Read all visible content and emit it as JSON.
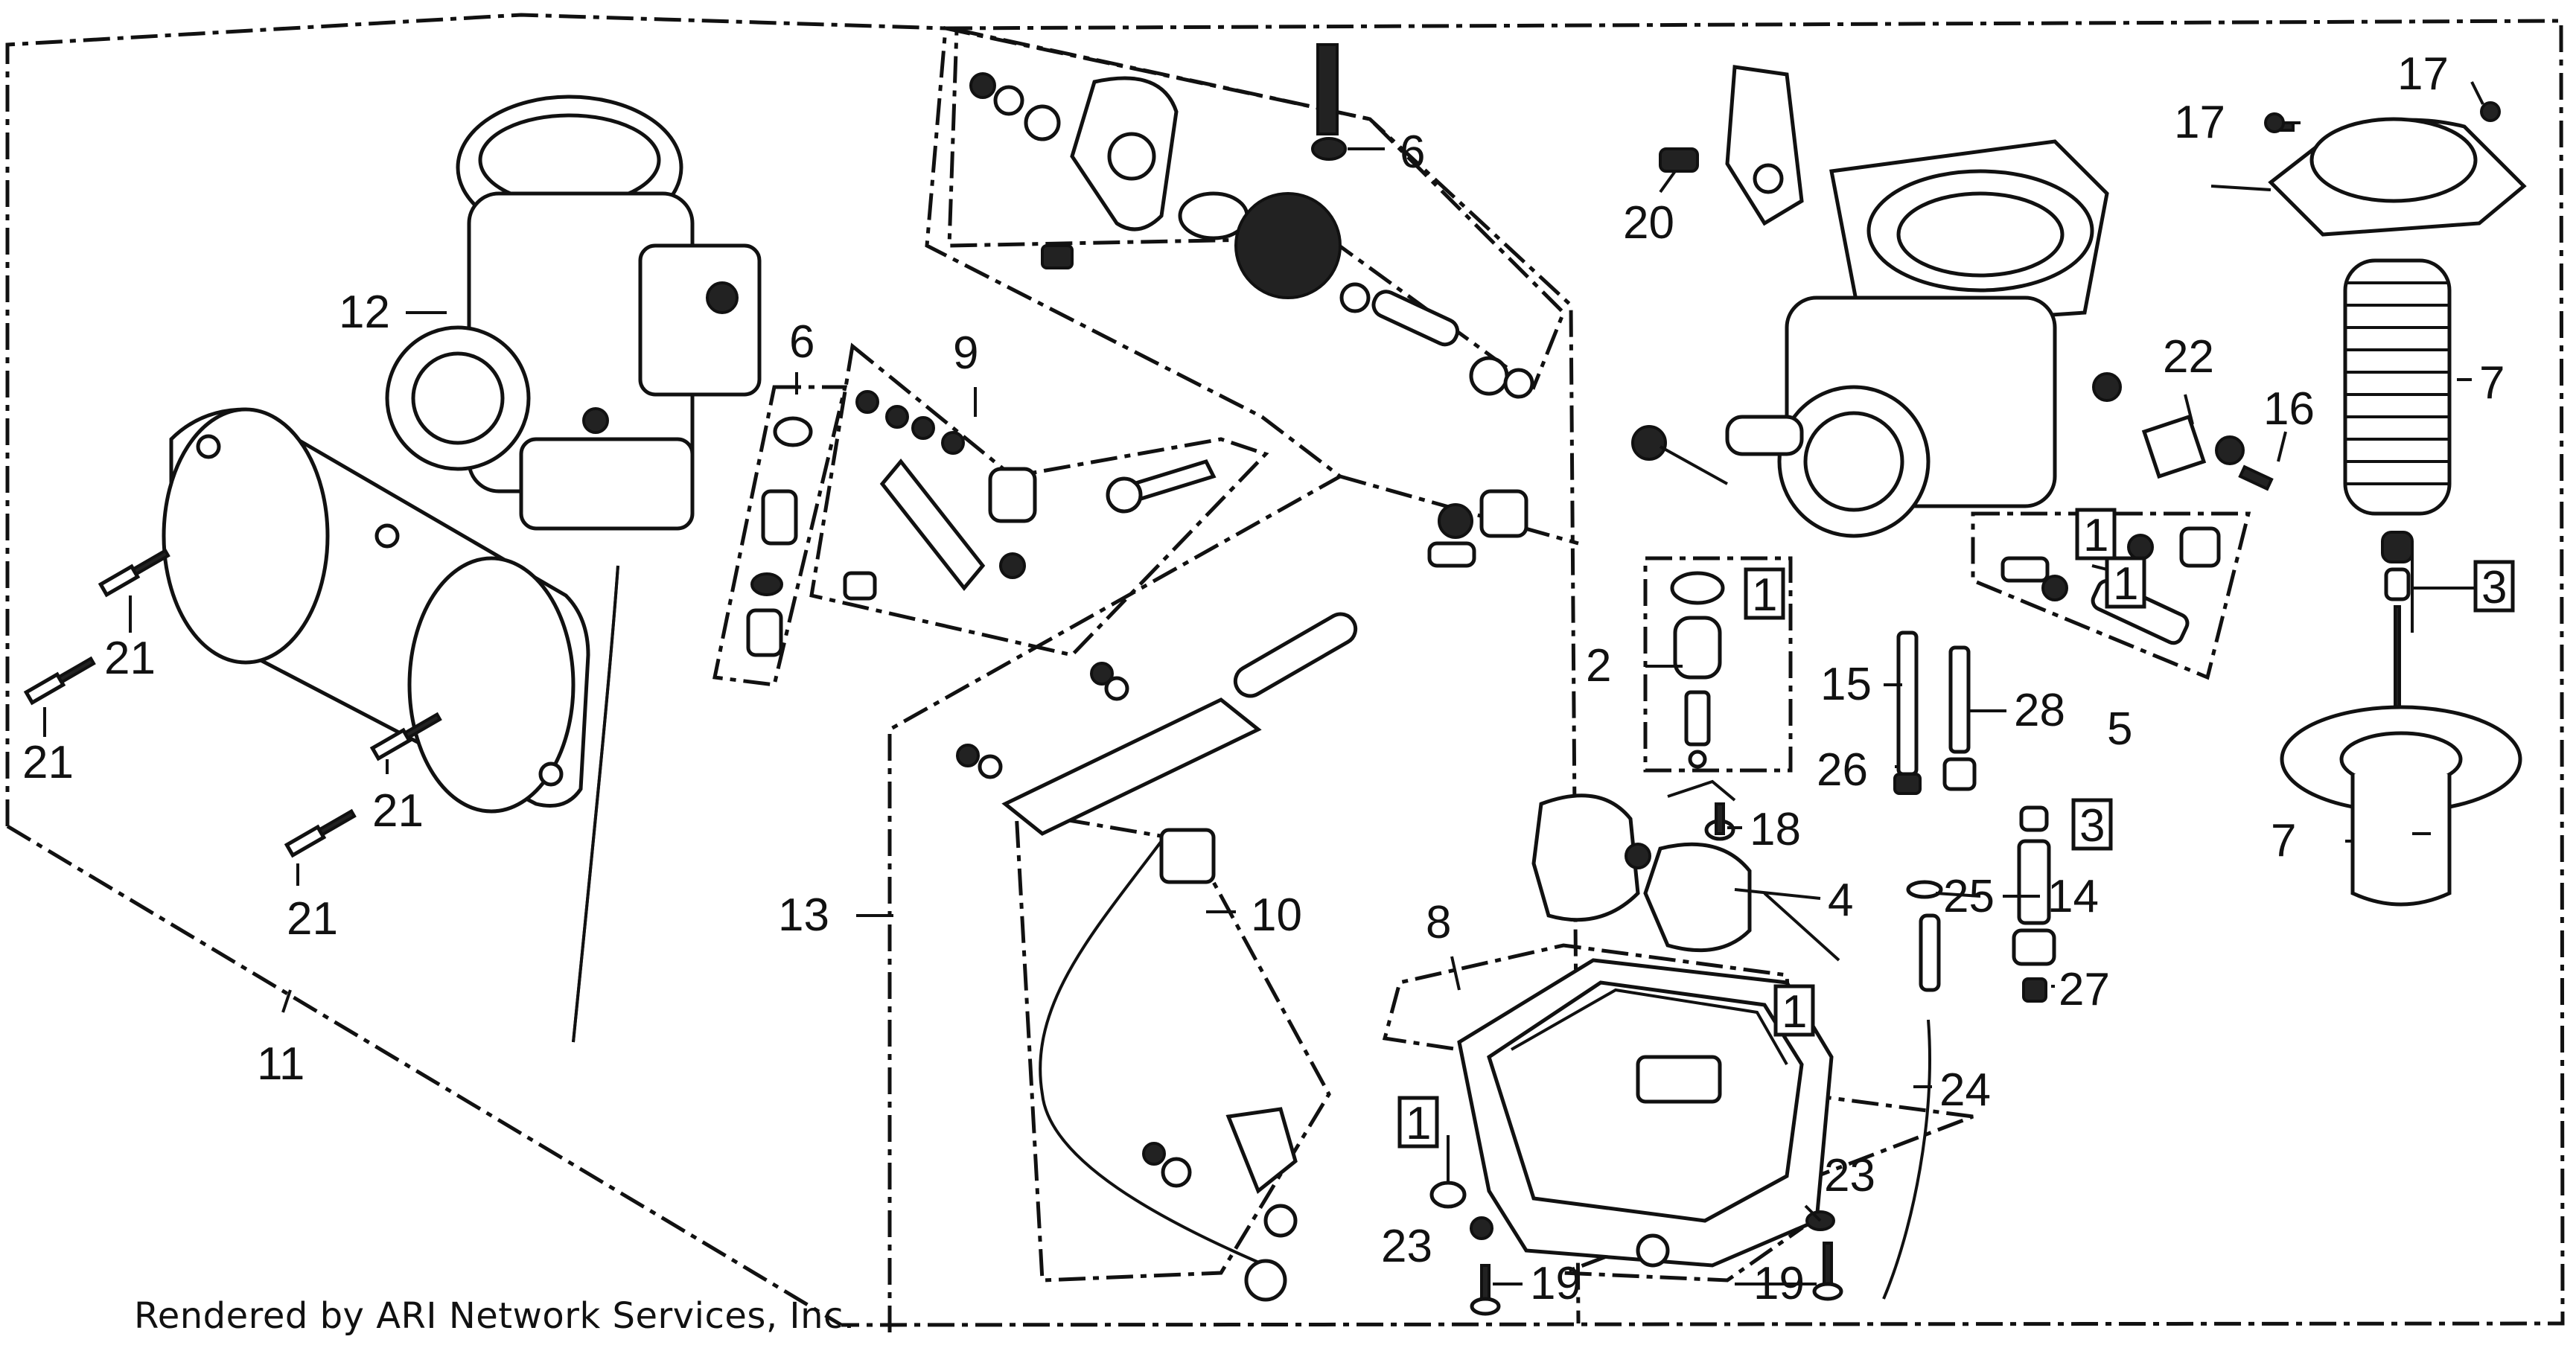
{
  "footer": {
    "text": "Rendered by ARI Network Services, Inc."
  },
  "callouts": {
    "c1a": "1",
    "c1b": "1",
    "c1c": "1",
    "c1d": "1",
    "c1e": "1",
    "c2": "2",
    "c3a": "3",
    "c3b": "3",
    "c4": "4",
    "c5": "5",
    "c6a": "6",
    "c6b": "6",
    "c7a": "7",
    "c7b": "7",
    "c8": "8",
    "c9": "9",
    "c10": "10",
    "c11": "11",
    "c12": "12",
    "c13": "13",
    "c14": "14",
    "c15": "15",
    "c16": "16",
    "c17a": "17",
    "c17b": "17",
    "c18": "18",
    "c19a": "19",
    "c19b": "19",
    "c20": "20",
    "c21a": "21",
    "c21b": "21",
    "c21c": "21",
    "c21d": "21",
    "c22": "22",
    "c23a": "23",
    "c23b": "23",
    "c24": "24",
    "c25": "25",
    "c26": "26",
    "c27": "27",
    "c28": "28"
  },
  "icons": {
    "left-carburetor": "carburetor-assembly-icon",
    "right-carburetor": "carburetor-assembly-icon",
    "insulator-plate": "carburetor-insulator-icon",
    "float-chamber": "float-chamber-icon",
    "diaphragm-top": "diaphragm-cover-icon"
  }
}
